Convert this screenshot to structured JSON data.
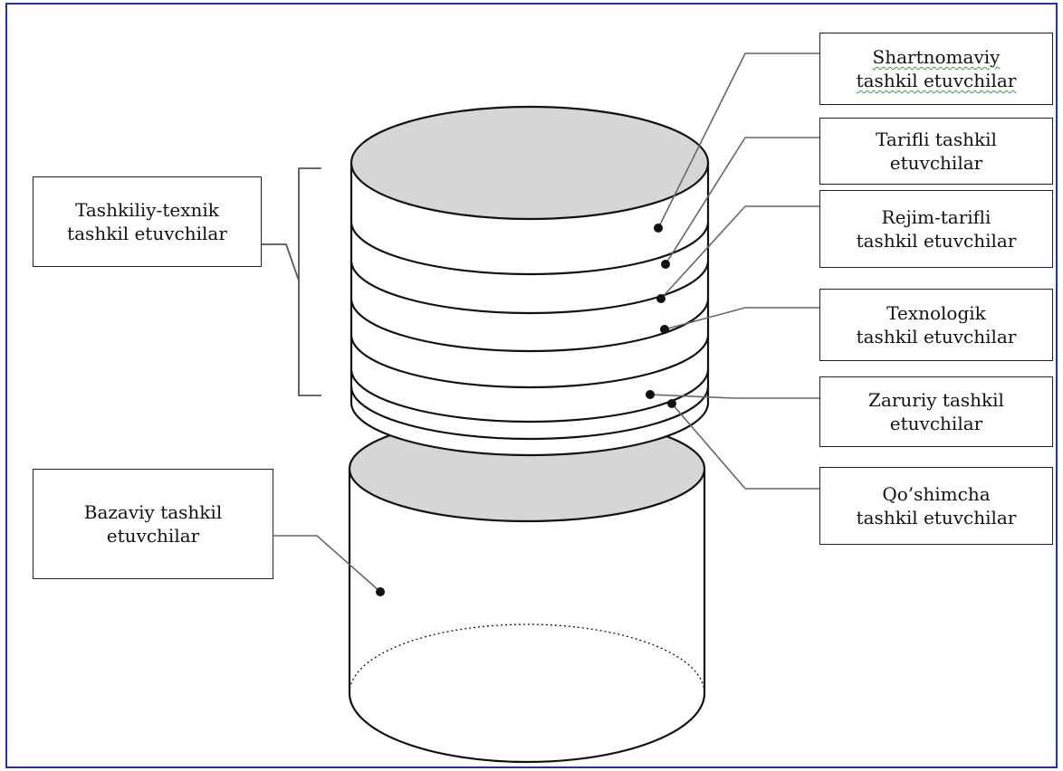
{
  "labels": {
    "shartnomaviy": {
      "line1": "Shartnomaviy",
      "line2": "tashkil etuvchilar"
    },
    "tarifli": {
      "line1": "Tarifli tashkil",
      "line2": "etuvchilar"
    },
    "rejim_tarifli": {
      "line1": "Rejim-tarifli",
      "line2": "tashkil etuvchilar"
    },
    "texnologik": {
      "line1": "Texnologik",
      "line2": "tashkil etuvchilar"
    },
    "zaruriy": {
      "line1": "Zaruriy tashkil",
      "line2": "etuvchilar"
    },
    "qoshimcha": {
      "line1": "Qo’shimcha",
      "line2": "tashkil etuvchilar"
    },
    "tashkiliy_texnik": {
      "line1": "Tashkiliy-texnik",
      "line2": "tashkil etuvchilar"
    },
    "bazaviy": {
      "line1": "Bazaviy tashkil",
      "line2": "etuvchilar"
    }
  },
  "colors": {
    "frame": "#1f2fb8",
    "top_face": "#d6d6d6",
    "stroke": "#111111",
    "spellcheck": "#3c9c3c"
  }
}
